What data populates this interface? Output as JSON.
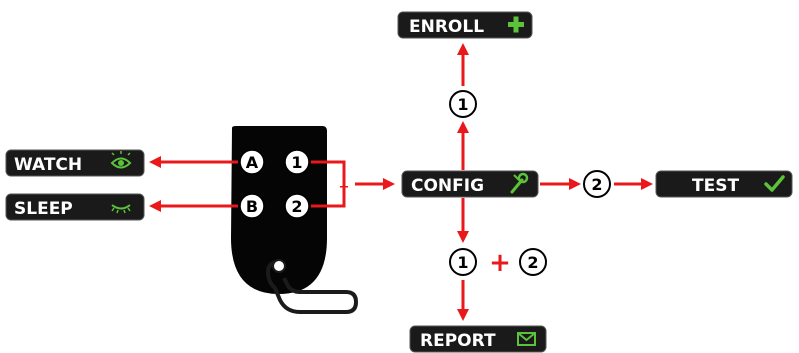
{
  "modes": {
    "watch": "WATCH",
    "sleep": "SLEEP",
    "config": "CONFIG",
    "enroll": "ENROLL",
    "test": "TEST",
    "report": "REPORT"
  },
  "remote": {
    "key_a": "A",
    "key_b": "B",
    "key_1": "1",
    "key_2": "2"
  },
  "steps": {
    "enroll_step": "1",
    "test_step": "2",
    "report_step_first": "1",
    "report_step_second": "2",
    "plus": "+"
  },
  "colors": {
    "arrow": "#e8181b",
    "label_bg": "#1a1a1a",
    "icon_green": "#5cc23a",
    "remote_body": "#050505"
  },
  "icons": {
    "watch": "eye-icon",
    "sleep": "closed-eye-icon",
    "config": "wrench-icon",
    "enroll": "plus-icon",
    "test": "checkmark-icon",
    "report": "envelope-icon"
  }
}
